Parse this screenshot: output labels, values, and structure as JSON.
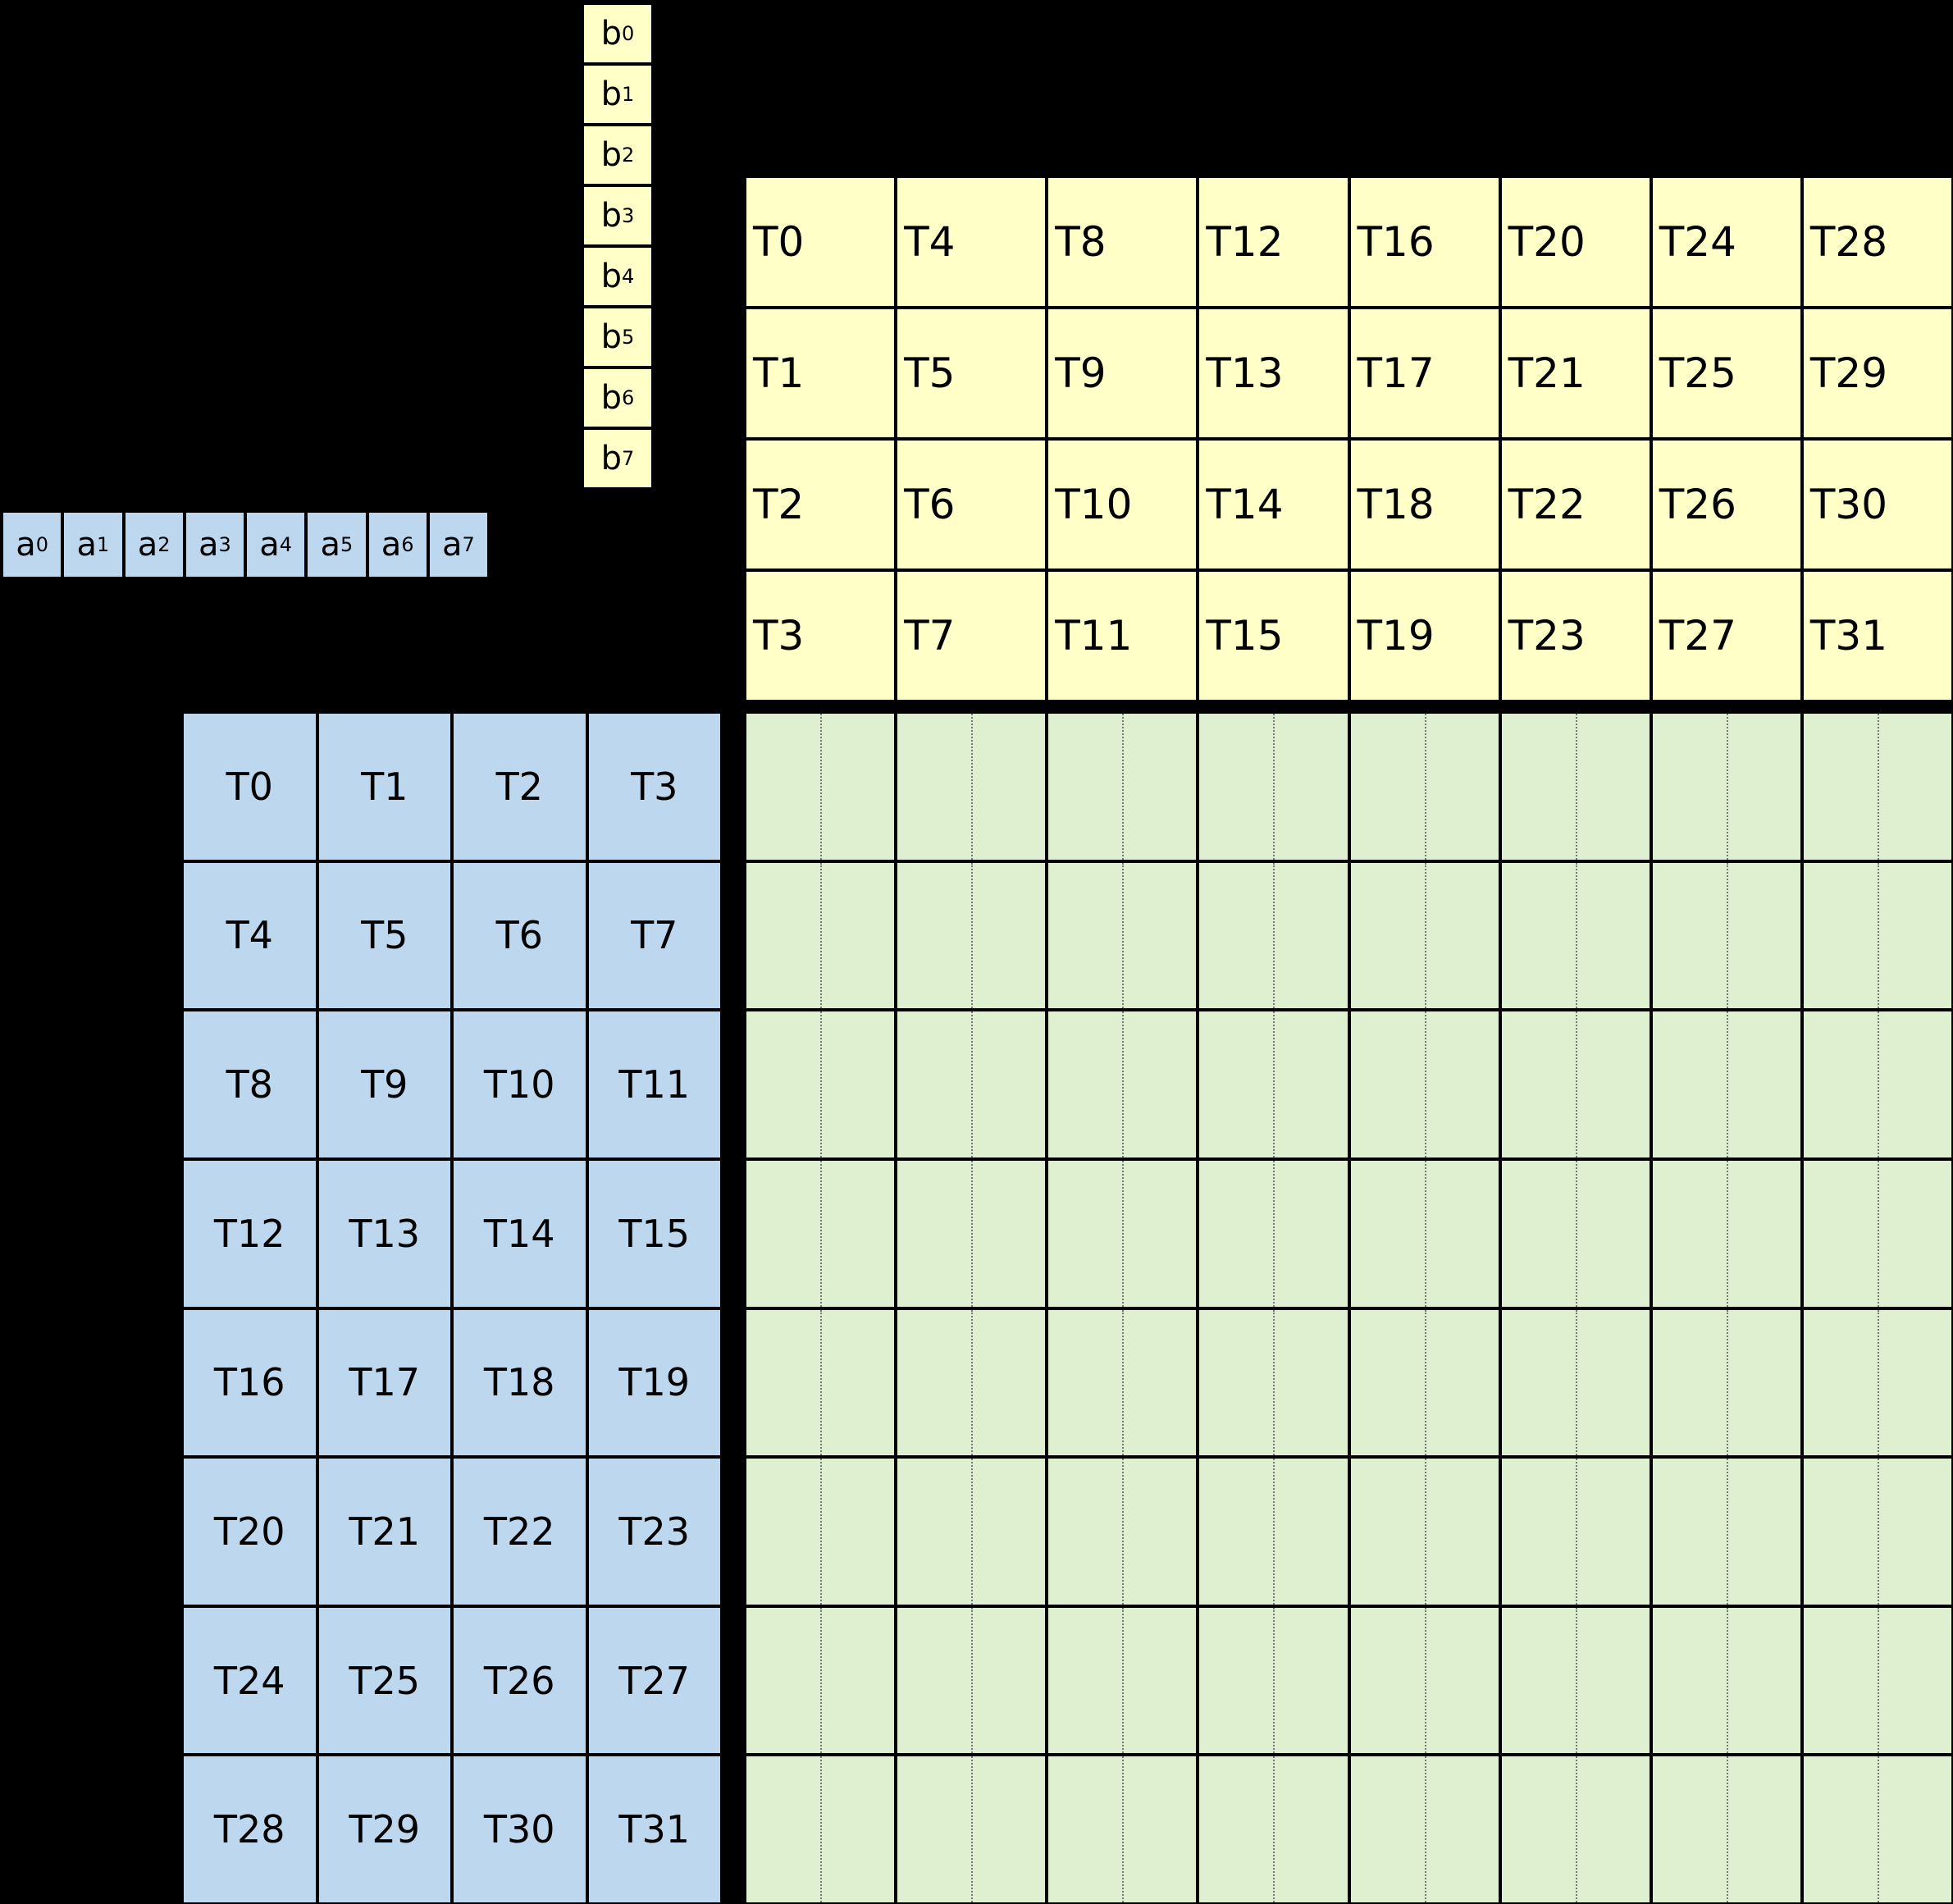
{
  "colors": {
    "background": "#000000",
    "matrix_yellow": "#FFFFC8",
    "matrix_blue": "#BDD7EE",
    "output_green": "#DEF0D0",
    "border": "#000000",
    "divider_dotted": "#777777"
  },
  "vector_b": {
    "cells": [
      {
        "base": "b",
        "sub": "0"
      },
      {
        "base": "b",
        "sub": "1"
      },
      {
        "base": "b",
        "sub": "2"
      },
      {
        "base": "b",
        "sub": "3"
      },
      {
        "base": "b",
        "sub": "4"
      },
      {
        "base": "b",
        "sub": "5"
      },
      {
        "base": "b",
        "sub": "6"
      },
      {
        "base": "b",
        "sub": "7"
      }
    ]
  },
  "vector_a": {
    "cells": [
      {
        "base": "a",
        "sub": "0"
      },
      {
        "base": "a",
        "sub": "1"
      },
      {
        "base": "a",
        "sub": "2"
      },
      {
        "base": "a",
        "sub": "3"
      },
      {
        "base": "a",
        "sub": "4"
      },
      {
        "base": "a",
        "sub": "5"
      },
      {
        "base": "a",
        "sub": "6"
      },
      {
        "base": "a",
        "sub": "7"
      }
    ]
  },
  "grid_b_threads": {
    "cols": 8,
    "rows": [
      [
        "T0",
        "T4",
        "T8",
        "T12",
        "T16",
        "T20",
        "T24",
        "T28"
      ],
      [
        "T1",
        "T5",
        "T9",
        "T13",
        "T17",
        "T21",
        "T25",
        "T29"
      ],
      [
        "T2",
        "T6",
        "T10",
        "T14",
        "T18",
        "T22",
        "T26",
        "T30"
      ],
      [
        "T3",
        "T7",
        "T11",
        "T15",
        "T19",
        "T23",
        "T27",
        "T31"
      ]
    ]
  },
  "grid_a_threads": {
    "cols": 4,
    "rows": [
      [
        "T0",
        "T1",
        "T2",
        "T3"
      ],
      [
        "T4",
        "T5",
        "T6",
        "T7"
      ],
      [
        "T8",
        "T9",
        "T10",
        "T11"
      ],
      [
        "T12",
        "T13",
        "T14",
        "T15"
      ],
      [
        "T16",
        "T17",
        "T18",
        "T19"
      ],
      [
        "T20",
        "T21",
        "T22",
        "T23"
      ],
      [
        "T24",
        "T25",
        "T26",
        "T27"
      ],
      [
        "T28",
        "T29",
        "T30",
        "T31"
      ]
    ]
  },
  "grid_c_output": {
    "rows": 8,
    "cols": 8
  }
}
